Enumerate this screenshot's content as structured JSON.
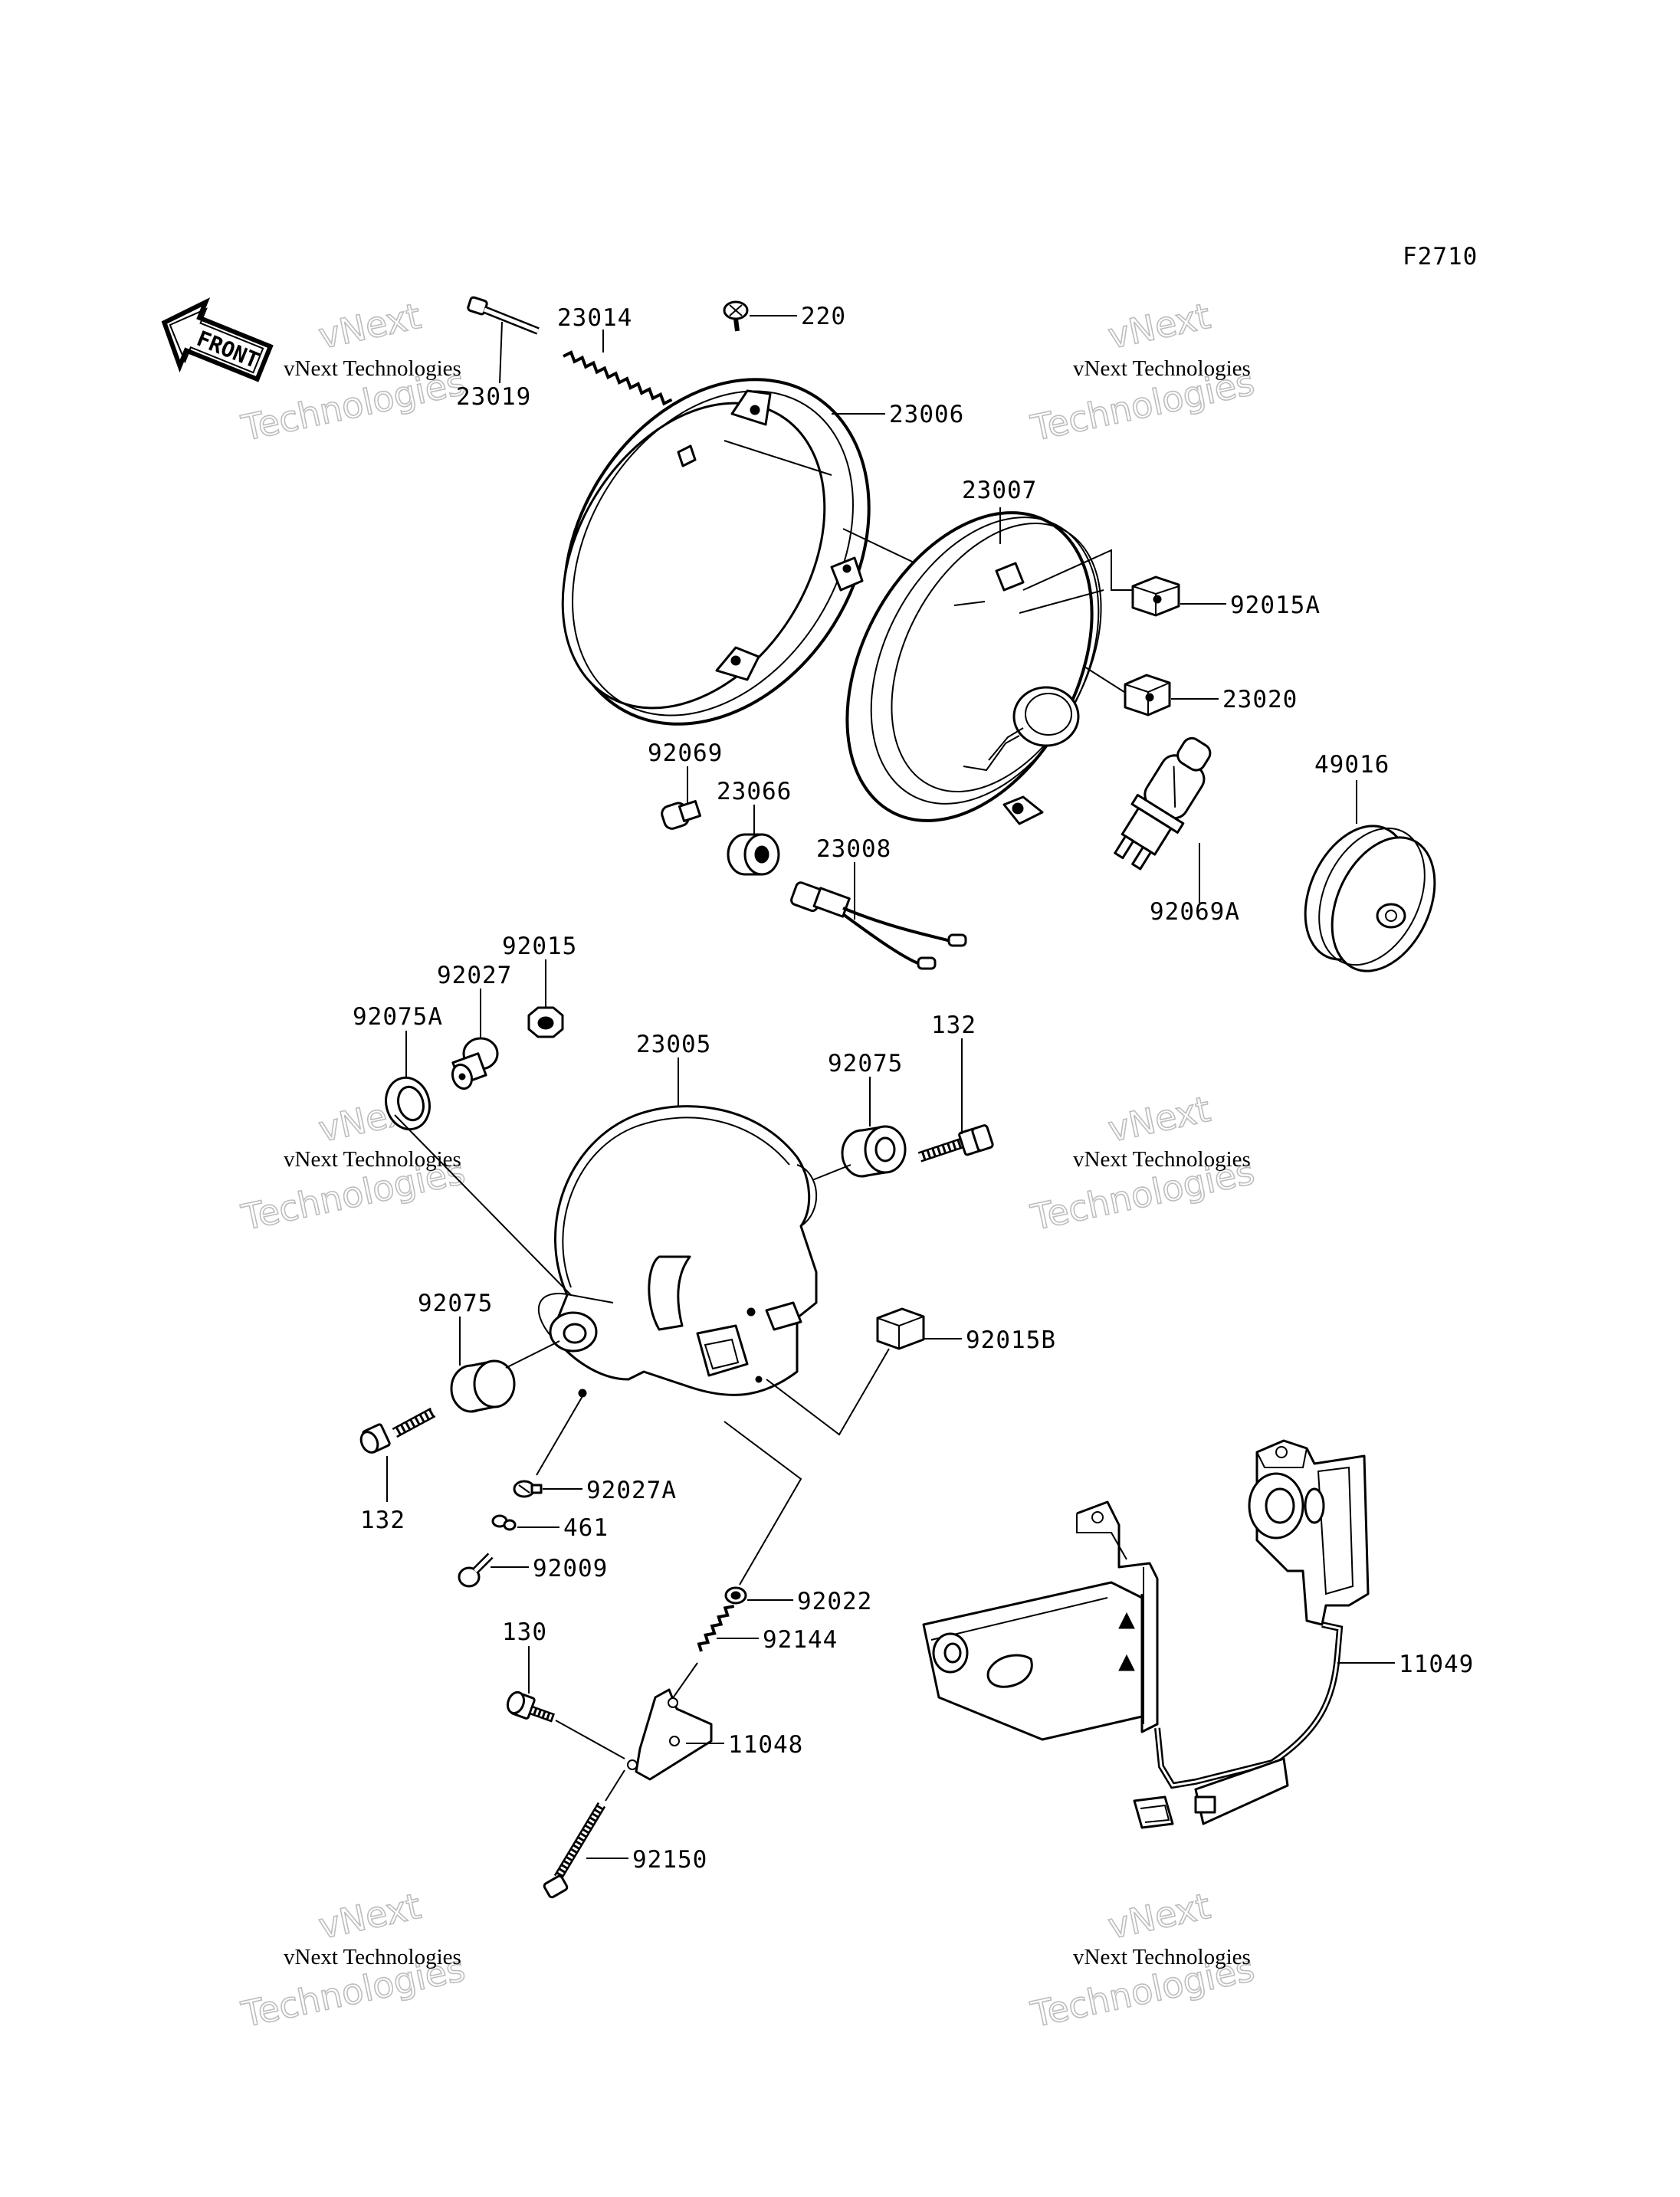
{
  "figure_code": "F2710",
  "front_arrow_label": "FRONT",
  "watermark": {
    "line1": "vNext Technologies",
    "line2_outline": "vNext",
    "line3_outline": "Technologies"
  },
  "labels": {
    "p23014": "23014",
    "p220": "220",
    "p23019": "23019",
    "p23006": "23006",
    "p23007": "23007",
    "p92015A": "92015A",
    "p23020": "23020",
    "p92069": "92069",
    "p23066": "23066",
    "p23008": "23008",
    "p49016": "49016",
    "p92069A": "92069A",
    "p92015": "92015",
    "p92027": "92027",
    "p92075A": "92075A",
    "p23005": "23005",
    "p92075_right": "92075",
    "p132_top": "132",
    "p92075_left": "92075",
    "p92015B": "92015B",
    "p132_bottom": "132",
    "p92027A": "92027A",
    "p461": "461",
    "p92009": "92009",
    "p92022": "92022",
    "p130": "130",
    "p92144": "92144",
    "p11048": "11048",
    "p11049": "11049",
    "p92150": "92150"
  }
}
